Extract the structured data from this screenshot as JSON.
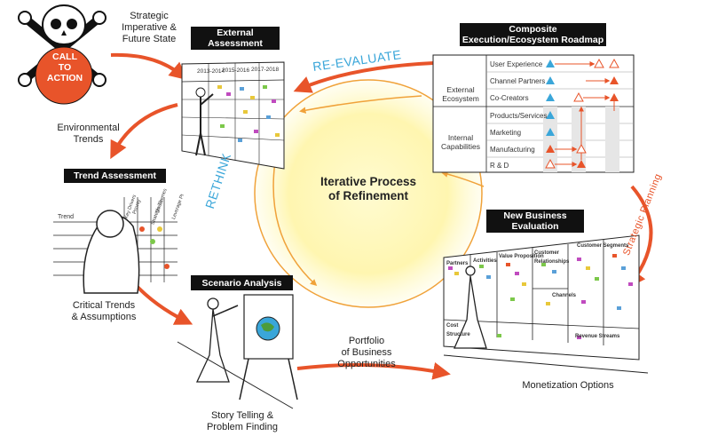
{
  "center": {
    "line1": "Iterative Process",
    "line2": "of Refinement"
  },
  "cta": {
    "line1": "CALL",
    "line2": "TO",
    "line3": "ACTION"
  },
  "labels": {
    "strategic_line1": "Strategic",
    "strategic_line2": "Imperative &",
    "strategic_line3": "Future State",
    "env_line1": "Environmental",
    "env_line2": "Trends",
    "critical_line1": "Critical Trends",
    "critical_line2": "& Assumptions",
    "story_line1": "Story Telling &",
    "story_line2": "Problem Finding",
    "portfolio_line1": "Portfolio",
    "portfolio_line2": "of Business",
    "portfolio_line3": "Opportunities",
    "monetization": "Monetization Options"
  },
  "boxes": {
    "external_line1": "External",
    "external_line2": "Assessment",
    "trend": "Trend Assessment",
    "scenario": "Scenario Analysis",
    "nbe_line1": "New Business",
    "nbe_line2": "Evaluation",
    "roadmap_line1": "Composite",
    "roadmap_line2": "Execution/Ecosystem Roadmap"
  },
  "arrow_labels": {
    "reevaluate": "RE-EVALUATE",
    "rethink": "RETHINK",
    "strategic_planning": "Strategic Planning"
  },
  "roadmap": {
    "rows": [
      "User Experience",
      "Channel Partners",
      "Co-Creators",
      "Products/Services",
      "Marketing",
      "Manufacturing",
      "R & D"
    ],
    "group_external_line1": "External",
    "group_external_line2": "Ecosystem",
    "group_internal_line1": "Internal",
    "group_internal_line2": "Capabilities"
  },
  "wall_labels": {
    "years": [
      "2013-2014",
      "2015-2016",
      "2017-2018"
    ],
    "trend_headers": [
      "Trend",
      "Key Drivers",
      "Priority",
      "Strategic Themes",
      "Threat",
      "Leverage Pt"
    ],
    "canvas": [
      "Partners",
      "Activities",
      "Value Proposition",
      "Customer Relationships",
      "Customer Segments",
      "Channels",
      "Cost Structure",
      "Revenue Streams"
    ]
  },
  "colors": {
    "accent_orange": "#e8542a",
    "light_orange": "#f0a23a",
    "accent_blue": "#3aa6d9",
    "box_black": "#111111",
    "center_glow": "#fffbd0"
  }
}
